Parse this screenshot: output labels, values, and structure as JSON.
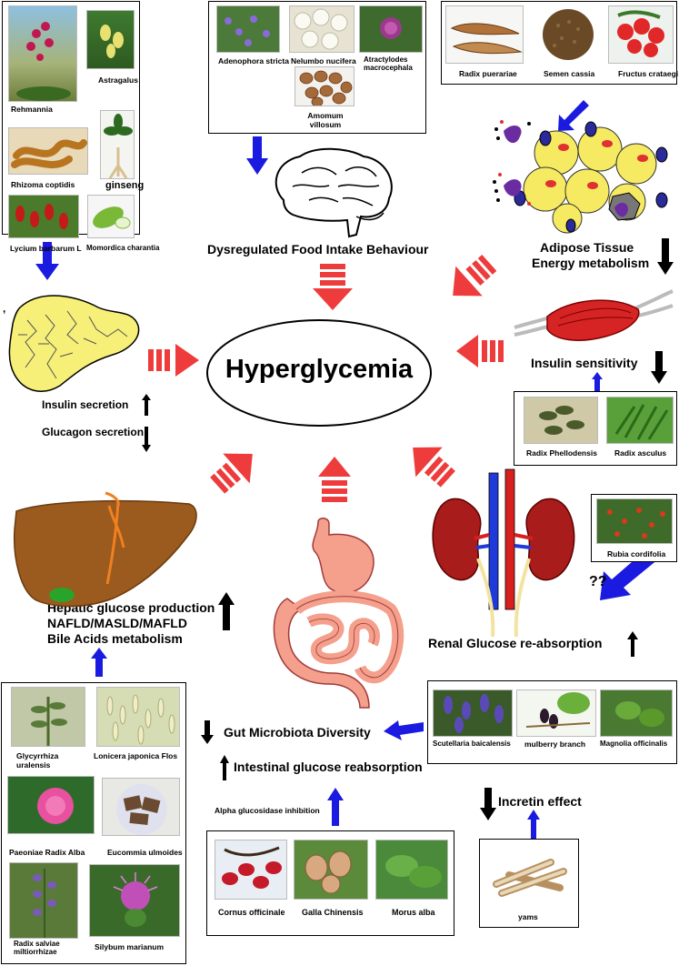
{
  "center": {
    "title": "Hyperglycemia"
  },
  "labels": {
    "food_intake": "Dysregulated Food Intake Behaviour",
    "adipose_1": "Adipose Tissue",
    "adipose_2": "Energy metabolism",
    "insulin_sensitivity": "Insulin sensitivity",
    "insulin_secretion": "Insulin secretion",
    "glucagon_secretion": "Glucagon secretion",
    "hepatic_1": "Hepatic glucose production",
    "hepatic_2": "NAFLD/MASLD/MAFLD",
    "hepatic_3": "Bile Acids metabolism",
    "renal": "Renal Glucose re-absorption",
    "question": "??",
    "gut_diversity": "Gut Microbiota Diversity",
    "intestinal": "Intestinal glucose reabsorption",
    "alpha": "Alpha glucosidase inhibition",
    "incretin": "Incretin effect",
    "comma": ","
  },
  "herbs": {
    "rehmannia": "Rehmannia",
    "astragalus": "Astragalus",
    "coptidis": "Rhizoma coptidis",
    "ginseng": "ginseng",
    "lycium": "Lycium barbarum L",
    "momordica": "Momordica charantia",
    "adenophora": "Adenophora stricta",
    "nelumbo": "Nelumbo nucifera",
    "atractylodes": "Atractylodes macrocephala",
    "amomum": "Amomum villosum",
    "pueraria": "Radix puerariae",
    "cassia": "Semen cassia",
    "crataegi": "Fructus crataegi",
    "phellodensis": "Radix Phellodensis",
    "asculus": "Radix asculus",
    "rubia": "Rubia cordifolia",
    "scutellaria": "Scutellaria baicalensis",
    "mulberry": "mulberry branch",
    "magnolia": "Magnolia officinalis",
    "glycyrrhiza": "Glycyrrhiza uralensis",
    "lonicera": "Lonicera japonica Flos",
    "paeoniae": "Paeoniae Radix Alba",
    "eucommia": "Eucommia ulmoides",
    "salviae": "Radix salviae miltiorrhizae",
    "silybum": "Silybum marianum",
    "cornus": "Cornus officinale",
    "galla": "Galla Chinensis",
    "morus": "Morus alba",
    "yams": "yams"
  },
  "colors": {
    "red_arrow": "#ee3b3b",
    "blue_arrow": "#1a1ae0",
    "black_arrow": "#000000",
    "liver": "#9b5a1e",
    "pancreas": "#f5f07a",
    "kidney": "#a81c1c",
    "gut": "#f5a38c"
  }
}
